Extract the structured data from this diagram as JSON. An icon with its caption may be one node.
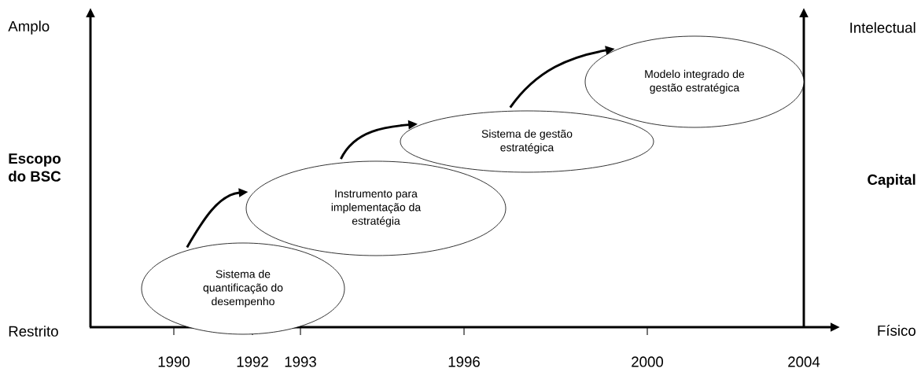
{
  "diagram": {
    "nodes": [
      {
        "text": [
          "Sistema de quantificação do desempenho"
        ]
      },
      {
        "text": [
          "Instrumento para implementação da estratégia"
        ]
      },
      {
        "text": [
          "Sistema de gestão estratégica"
        ]
      },
      {
        "text": [
          "Modelo integrado de gestão estratégica"
        ]
      }
    ],
    "edges": [
      {
        "from": 0,
        "to": 1,
        "arrow": "to"
      },
      {
        "from": 1,
        "to": 2,
        "arrow": "to"
      },
      {
        "from": 2,
        "to": 3,
        "arrow": "to"
      }
    ],
    "labels": [
      "Amplo",
      "Intelectual",
      "Escopo do BSC",
      "Capital",
      "Restrito",
      "Físico",
      "1990",
      "1992",
      "1993",
      "1996",
      "2000",
      "2004"
    ]
  }
}
